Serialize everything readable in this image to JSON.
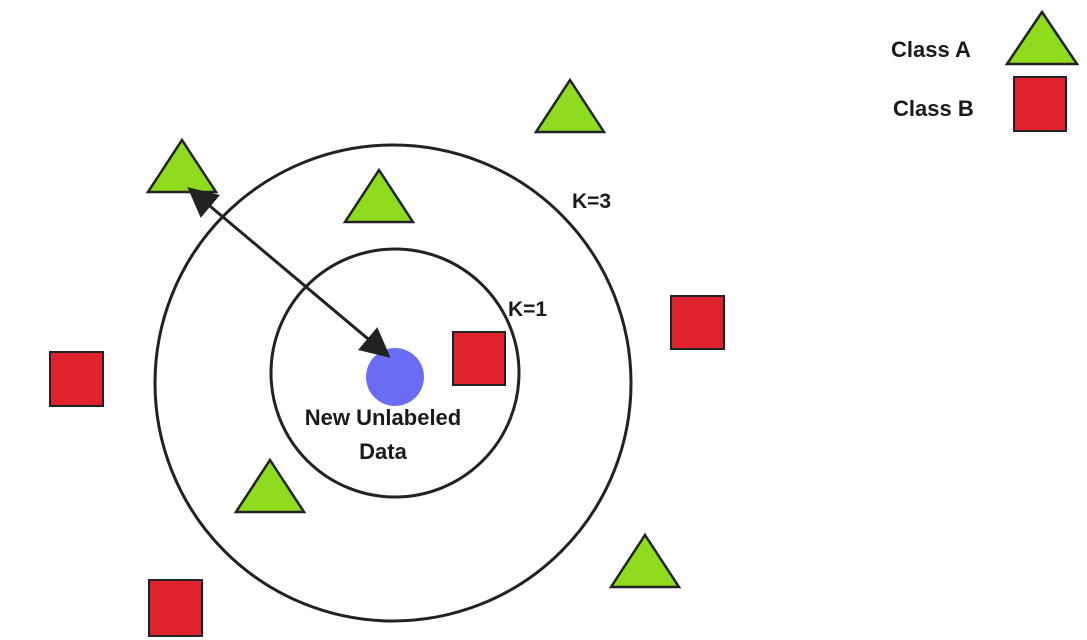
{
  "legend": {
    "class_a": {
      "label": "Class A",
      "shape": "triangle",
      "color": "#8fdc1e"
    },
    "class_b": {
      "label": "Class B",
      "shape": "square",
      "color": "#e0222e"
    }
  },
  "circles": {
    "inner": {
      "label": "K=1"
    },
    "outer": {
      "label": "K=3"
    }
  },
  "query_point": {
    "label_line1": "New Unlabeled",
    "label_line2": "Data",
    "color": "#6a6cf6"
  },
  "colors": {
    "stroke": "#222222"
  }
}
